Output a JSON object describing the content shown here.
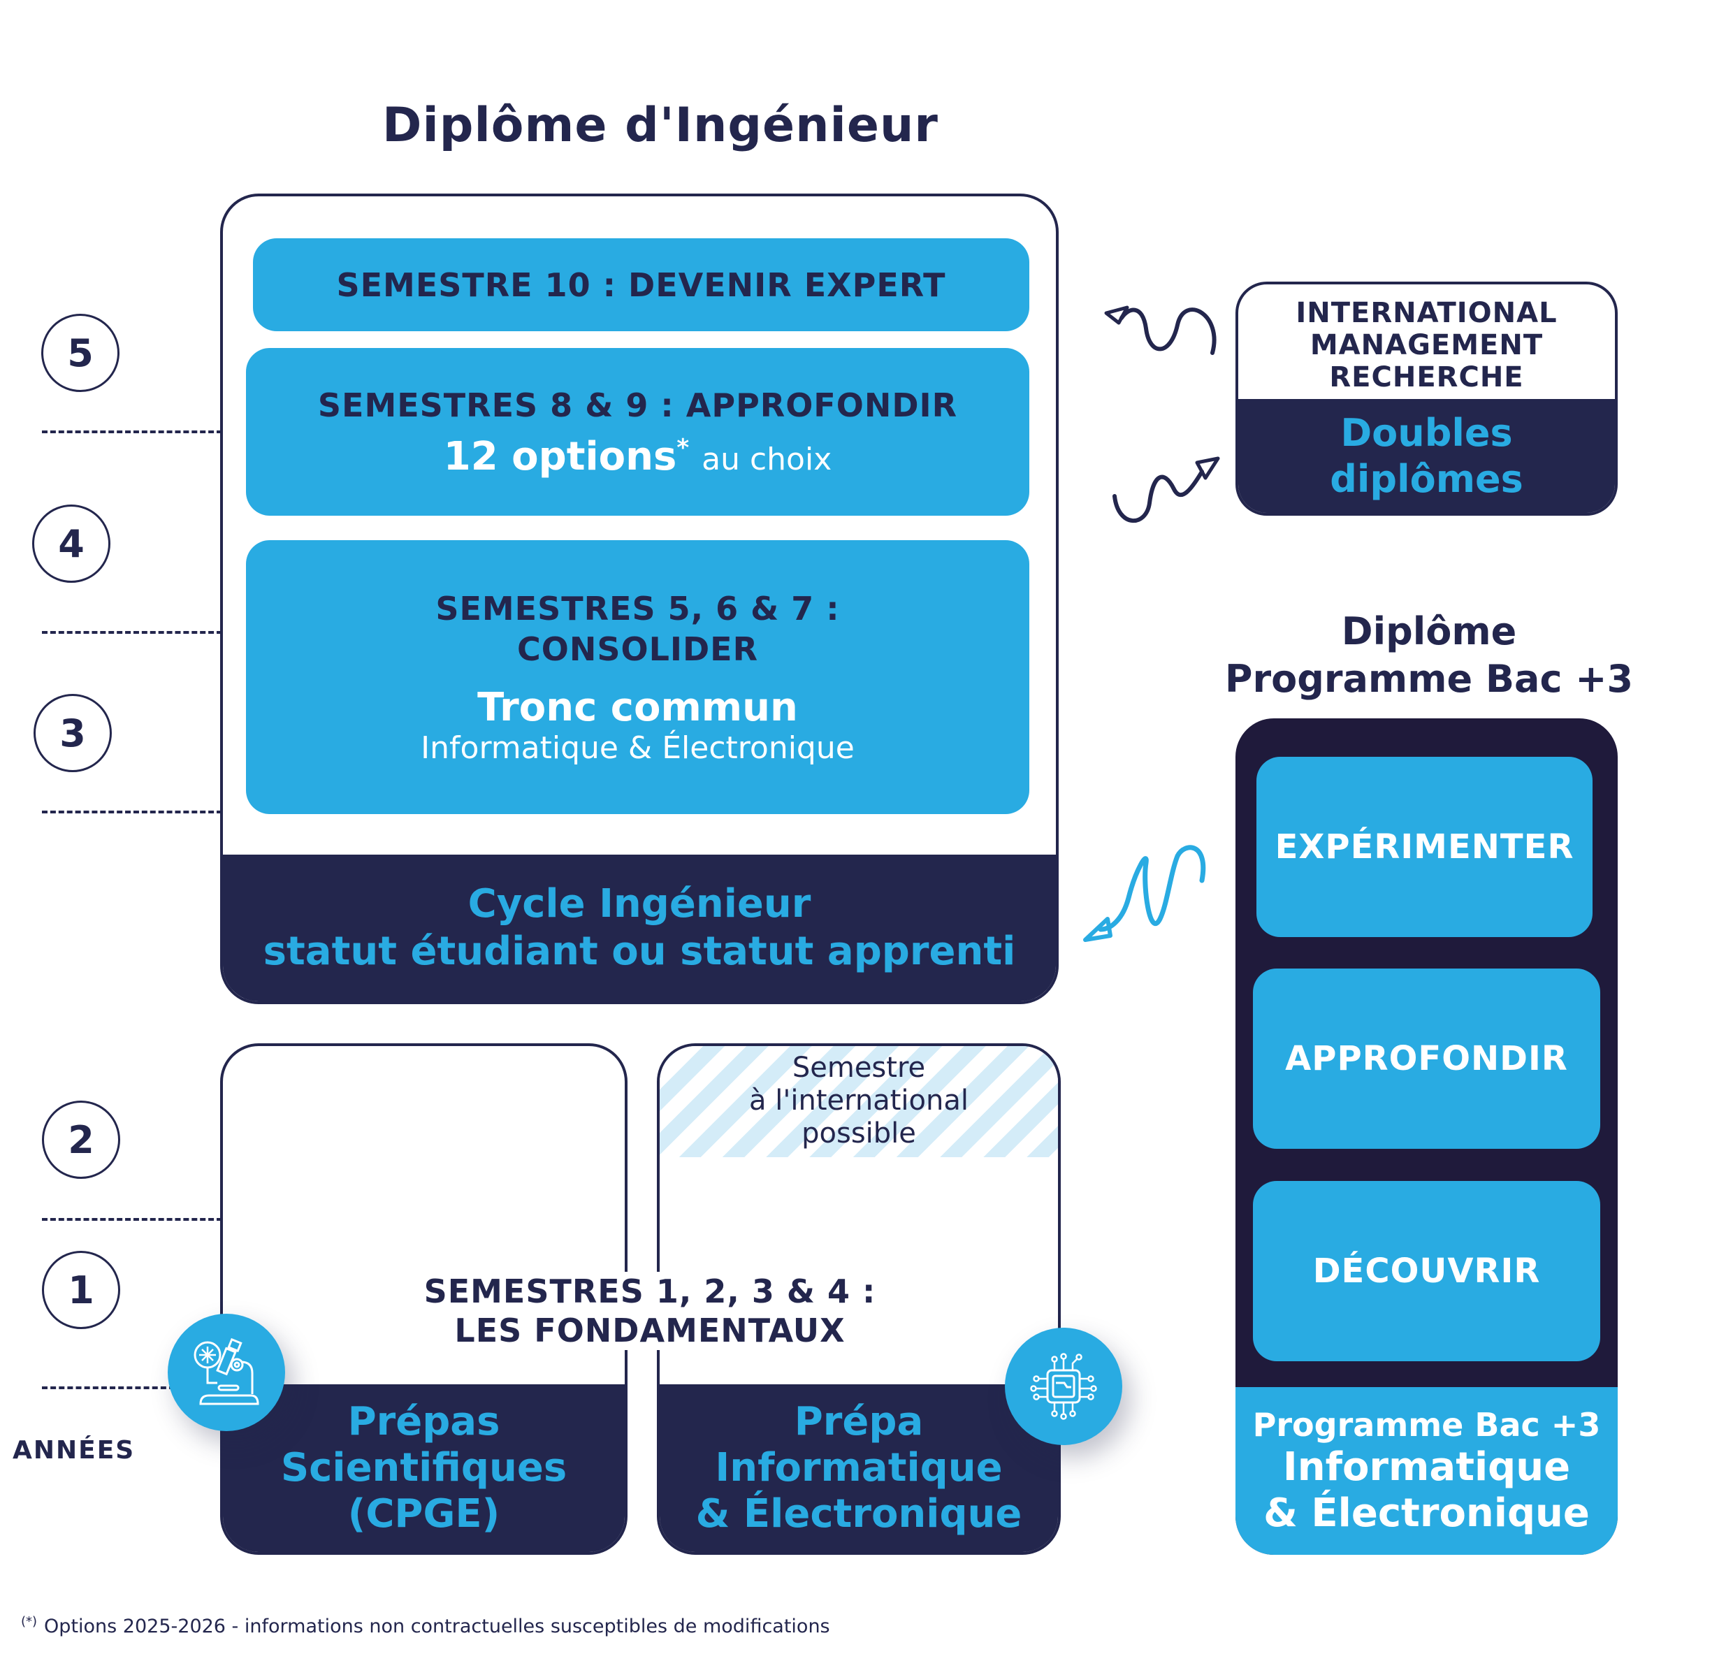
{
  "title": "Diplôme d'Ingénieur",
  "engineering_cycle": {
    "semesters": [
      {
        "heading": "SEMESTRE 10 : DEVENIR EXPERT"
      },
      {
        "heading": "SEMESTRES 8 & 9 : APPROFONDIR",
        "options_strong": "12 options",
        "options_mark": "*",
        "options_light": "au choix"
      },
      {
        "heading_line1": "SEMESTRES 5, 6 & 7 :",
        "heading_line2": "CONSOLIDER",
        "sub_strong": "Tronc commun",
        "sub_light": "Informatique & Électronique"
      }
    ],
    "footer_line1": "Cycle Ingénieur",
    "footer_line2": "statut étudiant ou statut apprenti"
  },
  "years": {
    "label": "ANNÉES",
    "markers": [
      "5",
      "4",
      "3",
      "2",
      "1"
    ]
  },
  "fundamentals": {
    "line1": "SEMESTRES 1, 2, 3 & 4 :",
    "line2": "LES FONDAMENTAUX"
  },
  "prepa_cpge": {
    "line1": "Prépas",
    "line2": "Scientifiques",
    "line3": "(CPGE)",
    "icon": "microscope-icon"
  },
  "prepa_ie": {
    "international_line1": "Semestre",
    "international_line2": "à l'international",
    "international_line3": "possible",
    "line1": "Prépa",
    "line2": "Informatique",
    "line3": "& Électronique",
    "icon": "chip-icon"
  },
  "double_degrees": {
    "top_line1": "INTERNATIONAL",
    "top_line2": "MANAGEMENT",
    "top_line3": "RECHERCHE",
    "bottom_line1": "Doubles",
    "bottom_line2": "diplômes"
  },
  "bac3": {
    "title_line1": "Diplôme",
    "title_line2": "Programme Bac +3",
    "steps": [
      "EXPÉRIMENTER",
      "APPROFONDIR",
      "DÉCOUVRIR"
    ],
    "footer_line1": "Programme Bac +3",
    "footer_line2": "Informatique",
    "footer_line3": "& Électronique"
  },
  "footnote": {
    "mark": "(*)",
    "text": "Options 2025-2026 - informations non contractuelles susceptibles de modifications"
  },
  "colors": {
    "navy": "#23264d",
    "blue": "#29abe2",
    "dark_purple": "#1f1a3b",
    "stripe": "#d4ecf8"
  }
}
